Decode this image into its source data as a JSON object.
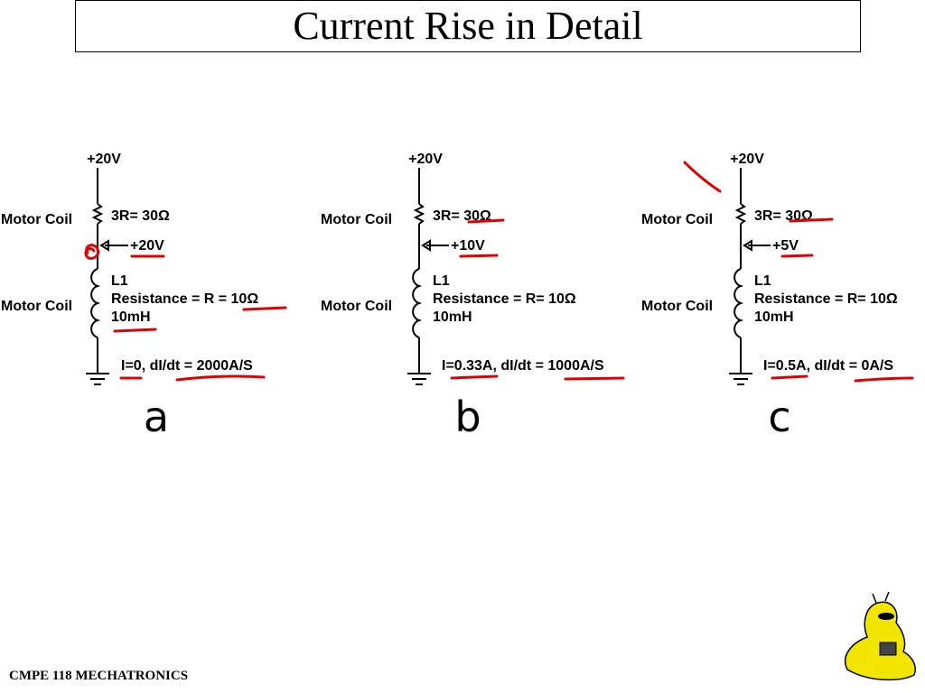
{
  "slide": {
    "title": "Current Rise in Detail",
    "footer": "CMPE 118 MECHATRONICS"
  },
  "circuits": [
    {
      "id": "a",
      "supply": "+20V",
      "top_label": "Motor Coil",
      "resistor": "3R= 30Ω",
      "node_voltage": "+20V",
      "bottom_label": "Motor Coil",
      "inductor_name": "L1",
      "inductor_resistance": "Resistance = R = 10Ω",
      "inductance": "10mH",
      "current": "I=0, dI/dt = 2000A/S",
      "letter": "a"
    },
    {
      "id": "b",
      "supply": "+20V",
      "top_label": "Motor Coil",
      "resistor": "3R= 30Ω",
      "node_voltage": "+10V",
      "bottom_label": "Motor Coil",
      "inductor_name": "L1",
      "inductor_resistance": "Resistance = R= 10Ω",
      "inductance": "10mH",
      "current": "I=0.33A, dI/dt = 1000A/S",
      "letter": "b"
    },
    {
      "id": "c",
      "supply": "+20V",
      "top_label": "Motor Coil",
      "resistor": "3R= 30Ω",
      "node_voltage": "+5V",
      "bottom_label": "Motor Coil",
      "inductor_name": "L1",
      "inductor_resistance": "Resistance = R= 10Ω",
      "inductance": "10mH",
      "current": "I=0.5A, dI/dt = 0A/S",
      "letter": "c"
    }
  ],
  "colors": {
    "annotation": "#e00000",
    "wire": "#000000",
    "mascot_fill": "#f2e600"
  },
  "icons": {
    "logo": "slug-mascot-icon"
  }
}
